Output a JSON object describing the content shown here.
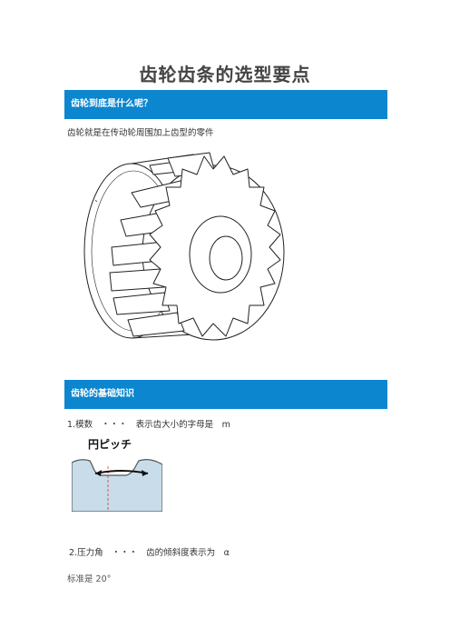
{
  "doc": {
    "title": "齿轮齿条的选型要点"
  },
  "section1": {
    "heading": "齿轮到底是什么呢？",
    "intro": "齿轮就是在传动轮周围加上齿型的零件"
  },
  "gear_figure": {
    "icon": "spur-gear-with-hub",
    "colors": {
      "stroke": "#222222",
      "fill": "#ffffff"
    }
  },
  "section2": {
    "heading": "齿轮的基础知识",
    "module_line": "1.模数　・・・　表示齿大小的字母是　m",
    "pitch_figure": {
      "label": "円ピッチ",
      "colors": {
        "gear": "#c8dde9",
        "outline": "#555555",
        "arrow": "#111111",
        "pitch_line": "#e03030"
      }
    },
    "pressure_line": "2.压力角　・・・　齿的倾斜度表示为　α",
    "standard": "标准是 20°"
  }
}
